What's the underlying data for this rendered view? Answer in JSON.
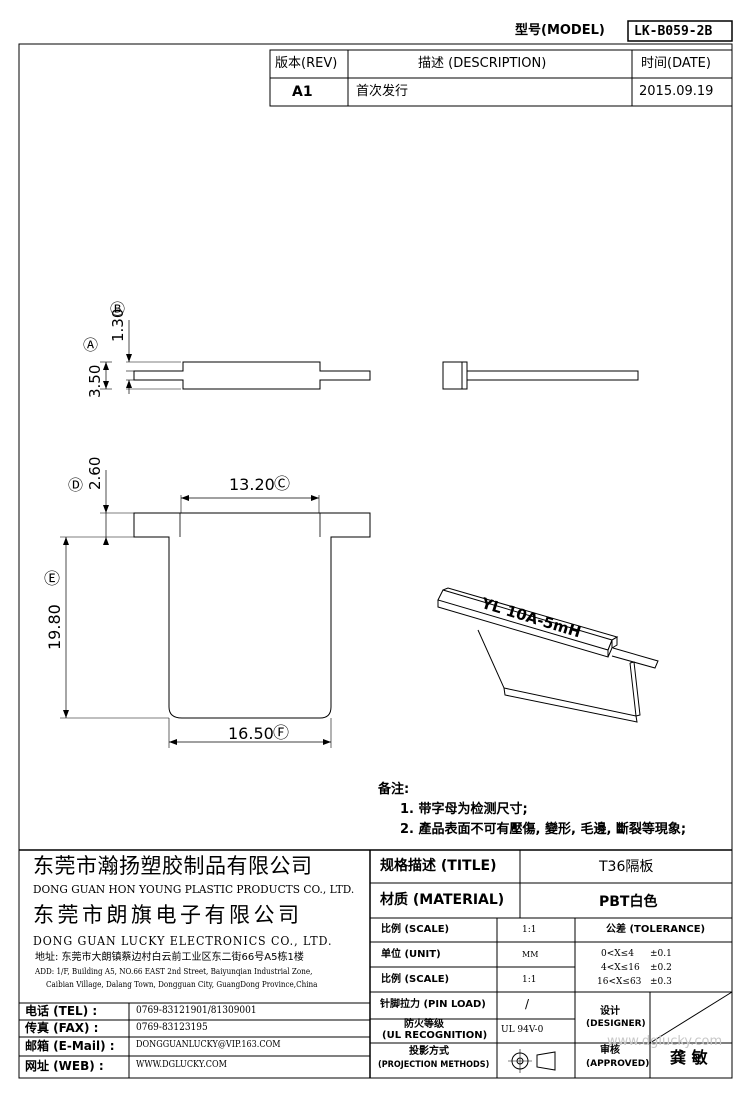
{
  "header": {
    "model_label": "型号(MODEL)",
    "model_value": "LK-B059-2B"
  },
  "revision": {
    "rev_header": "版本(REV)",
    "desc_header": "描述 (DESCRIPTION)",
    "date_header": "时间(DATE)",
    "rows": [
      {
        "rev": "A1",
        "desc": "首次发行",
        "date": "2015.09.19"
      }
    ]
  },
  "drawing": {
    "callouts": {
      "A": "Ⓐ",
      "B": "Ⓑ",
      "C": "Ⓒ",
      "D": "Ⓓ",
      "E": "Ⓔ",
      "F": "Ⓕ"
    },
    "dims": {
      "A": "3.50",
      "B": "1.30",
      "C": "13.20",
      "D": "2.60",
      "E": "19.80",
      "F": "16.50"
    },
    "part_marking": "YL 10A-5mH"
  },
  "notes": {
    "title": "备注:",
    "items": [
      "1. 带字母为检测尺寸;",
      "2. 產品表面不可有壓傷, 變形, 毛邊, 斷裂等現象;"
    ]
  },
  "company": {
    "name1_cn": "东莞市瀚扬塑胶制品有限公司",
    "name1_en": "DONG GUAN HON YOUNG PLASTIC PRODUCTS CO., LTD.",
    "name2_cn": "东莞市朗旗电子有限公司",
    "name2_en": "DONG GUAN LUCKY ELECTRONICS CO., LTD.",
    "address_cn": "地址: 东莞市大朗镇蔡边村白云前工业区东二街66号A5栋1楼",
    "address_en1": "ADD: 1/F, Building A5, NO.66 EAST 2nd Street, Baiyunqian Industrial Zone,",
    "address_en2": "Caibian Village, Dalang Town, Dongguan City, GuangDong Province,China",
    "contacts": [
      {
        "label": "电话 (TEL) :",
        "value": "0769-83121901/81309001"
      },
      {
        "label": "传真 (FAX) :",
        "value": "0769-83123195"
      },
      {
        "label": "邮箱 (E-Mail) :",
        "value": "DONGGUANLUCKY@VIP.163.COM"
      },
      {
        "label": "网址 (WEB) :",
        "value": "WWW.DGLUCKY.COM"
      }
    ]
  },
  "spec": {
    "title_label": "规格描述 (TITLE)",
    "title_value": "T36隔板",
    "material_label": "材质 (MATERIAL)",
    "material_value": "PBT白色",
    "scale_label": "比例 (SCALE)",
    "scale_value": "1:1",
    "unit_label": "单位 (UNIT)",
    "unit_value": "MM",
    "scale2_label": "比例 (SCALE)",
    "scale2_value": "1:1",
    "pinload_label": "针脚拉力 (PIN LOAD)",
    "pinload_value": "/",
    "ul_label1": "防火等级",
    "ul_label2": "(UL RECOGNITION)",
    "ul_value": "UL 94V-0",
    "proj_label1": "投影方式",
    "proj_label2": "(PROJECTION METHODS)",
    "tolerance_title": "公差 (TOLERANCE)",
    "tolerances": [
      {
        "range": "0<X≤4",
        "value": "±0.1"
      },
      {
        "range": "4<X≤16",
        "value": "±0.2"
      },
      {
        "range": "16<X≤63",
        "value": "±0.3"
      }
    ],
    "designer_label1": "设计",
    "designer_label2": "(DESIGNER)",
    "approved_label1": "审核",
    "approved_label2": "(APPROVED)",
    "approver_signature": "龚 敏",
    "watermark": "www.dglucky.com"
  }
}
